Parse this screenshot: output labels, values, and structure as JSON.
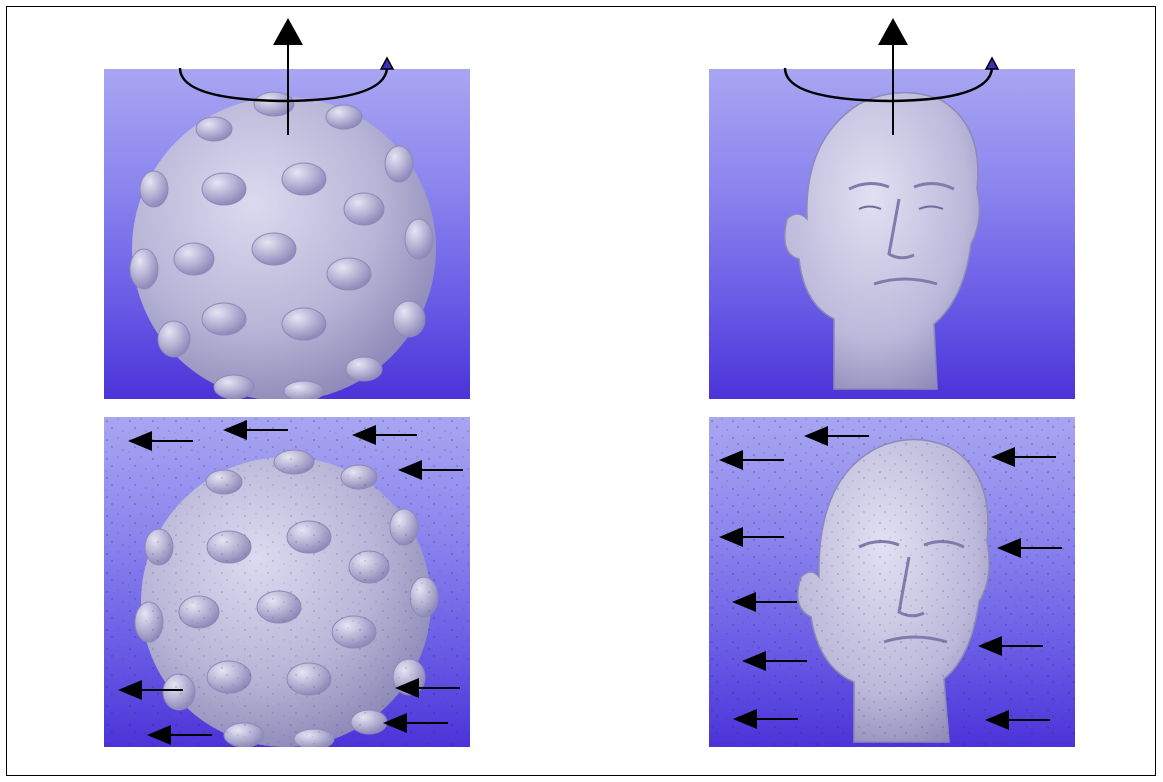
{
  "figure": {
    "panels": [
      {
        "id": "top-left",
        "subject": "spiky-sphere",
        "overlay": "rotation-axis",
        "noise": false
      },
      {
        "id": "top-right",
        "subject": "bust-head",
        "overlay": "rotation-axis",
        "noise": false
      },
      {
        "id": "bottom-left",
        "subject": "spiky-sphere",
        "overlay": "flow-arrows",
        "noise": true
      },
      {
        "id": "bottom-right",
        "subject": "bust-head",
        "overlay": "flow-arrows",
        "noise": true
      }
    ],
    "colors": {
      "background_top": "#a8a6f2",
      "background_bottom": "#4b33d9",
      "object_fill": "#bdbbde",
      "arrow": "#000000",
      "rotation_arrowhead": "#3a2fc0"
    }
  }
}
